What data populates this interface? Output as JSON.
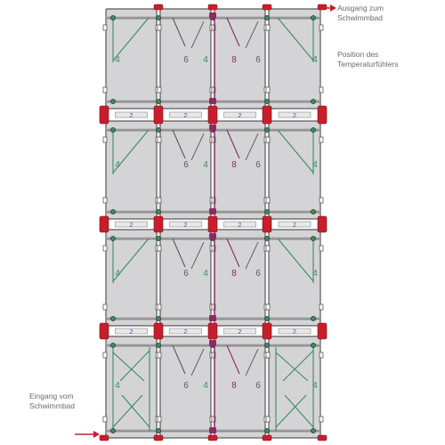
{
  "colors": {
    "panel": "#d4d4d6",
    "frame": "#5a5a5a",
    "pipe": "#8e8e8e",
    "green": "#3d8a5f",
    "purple": "#8e2a62",
    "dark": "#5a5a5a",
    "red": "#c81e2c",
    "coupler": "#e8e8e8",
    "label_text": "#6b6b6b"
  },
  "labels": {
    "outlet_line1": "Ausgang zum",
    "outlet_line2": "Schwimmbad",
    "sensor_line1": "Position des",
    "sensor_line2": "Temperaturfühlers",
    "inlet_line1": "Eingang vom",
    "inlet_line2": "Schwimmbad"
  },
  "collectors": {
    "rows": 4,
    "columns": 4,
    "column_numbers": [
      "4",
      "6",
      "4",
      "8",
      "6",
      "4"
    ],
    "connector_number": "2",
    "sensor_column": 2
  },
  "icons": [
    "arrow-right-icon",
    "temperature-sensor-icon",
    "pipe-coupler-icon"
  ]
}
